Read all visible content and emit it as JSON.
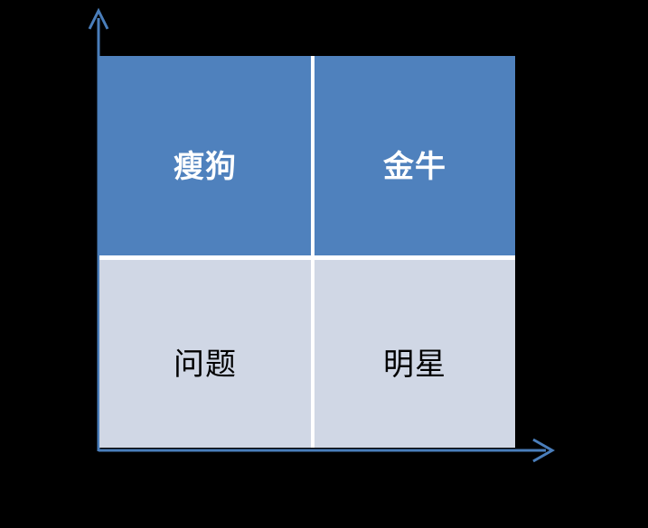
{
  "chart_data": {
    "type": "table",
    "title": "",
    "xlabel": "",
    "ylabel": "",
    "legend": "none",
    "grid": false,
    "layout": "2x2-matrix",
    "quadrants": [
      {
        "position": "top-left",
        "label": "瘦狗",
        "fill": "#4F81BD",
        "text_color": "#FFFFFF",
        "emphasis": "bold"
      },
      {
        "position": "top-right",
        "label": "金牛",
        "fill": "#4F81BD",
        "text_color": "#FFFFFF",
        "emphasis": "bold"
      },
      {
        "position": "bottom-left",
        "label": "问题",
        "fill": "#D0D7E5",
        "text_color": "#000000",
        "emphasis": "normal"
      },
      {
        "position": "bottom-right",
        "label": "明星",
        "fill": "#D0D7E5",
        "text_color": "#000000",
        "emphasis": "normal"
      }
    ]
  },
  "axes": {
    "color": "#4A7EBB",
    "y_axis_name": "vertical-axis-arrow",
    "x_axis_name": "horizontal-axis-arrow",
    "y_axis_label": "",
    "x_axis_label": ""
  },
  "colors": {
    "background": "#000000",
    "quadrant_high": "#4F81BD",
    "quadrant_low": "#D0D7E5",
    "axis": "#4A7EBB",
    "divider": "#FFFFFF"
  }
}
